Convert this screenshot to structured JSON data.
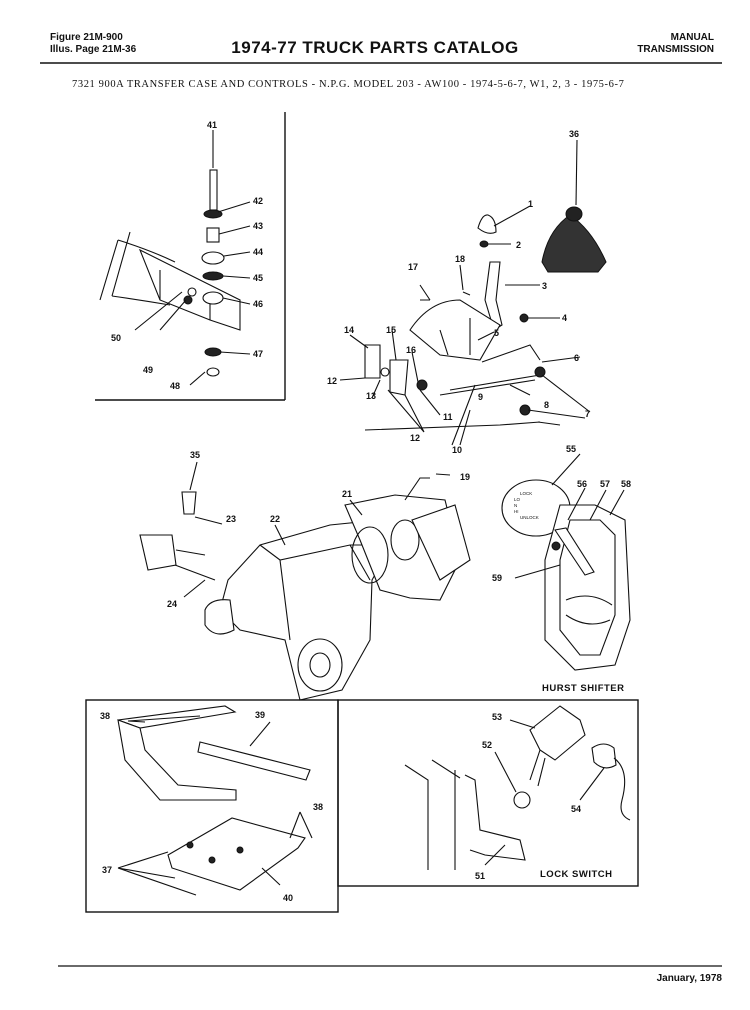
{
  "header": {
    "figure": "Figure 21M-900",
    "illus_page": "Illus. Page 21M-36",
    "title": "1974-77 TRUCK PARTS CATALOG",
    "section_line1": "MANUAL",
    "section_line2": "TRANSMISSION"
  },
  "subtitle": "7321 900A   TRANSFER CASE AND CONTROLS - N.P.G. MODEL 203 - AW100 - 1974-5-6-7, W1, 2, 3 - 1975-6-7",
  "captions": {
    "hurst_shifter": "HURST SHIFTER",
    "lock_switch": "LOCK SWITCH"
  },
  "shifter_plate_text": [
    "LOCK",
    "LO",
    "N",
    "HI",
    "UNLOCK"
  ],
  "callouts": {
    "c1": "1",
    "c2": "2",
    "c3": "3",
    "c4": "4",
    "c5": "5",
    "c6": "6",
    "c7": "7",
    "c8": "8",
    "c9": "9",
    "c10": "10",
    "c11": "11",
    "c12a": "12",
    "c12b": "12",
    "c13": "13",
    "c14": "14",
    "c15": "15",
    "c16": "16",
    "c17": "17",
    "c18": "18",
    "c19": "19",
    "c21": "21",
    "c22": "22",
    "c23": "23",
    "c24": "24",
    "c35": "35",
    "c36": "36",
    "c37": "37",
    "c38a": "38",
    "c38b": "38",
    "c39": "39",
    "c40": "40",
    "c41": "41",
    "c42": "42",
    "c43": "43",
    "c44": "44",
    "c45": "45",
    "c46": "46",
    "c47": "47",
    "c48": "48",
    "c49": "49",
    "c50": "50",
    "c51": "51",
    "c52": "52",
    "c53": "53",
    "c54": "54",
    "c55": "55",
    "c56": "56",
    "c57": "57",
    "c58": "58",
    "c59": "59"
  },
  "footer": "January, 1978"
}
